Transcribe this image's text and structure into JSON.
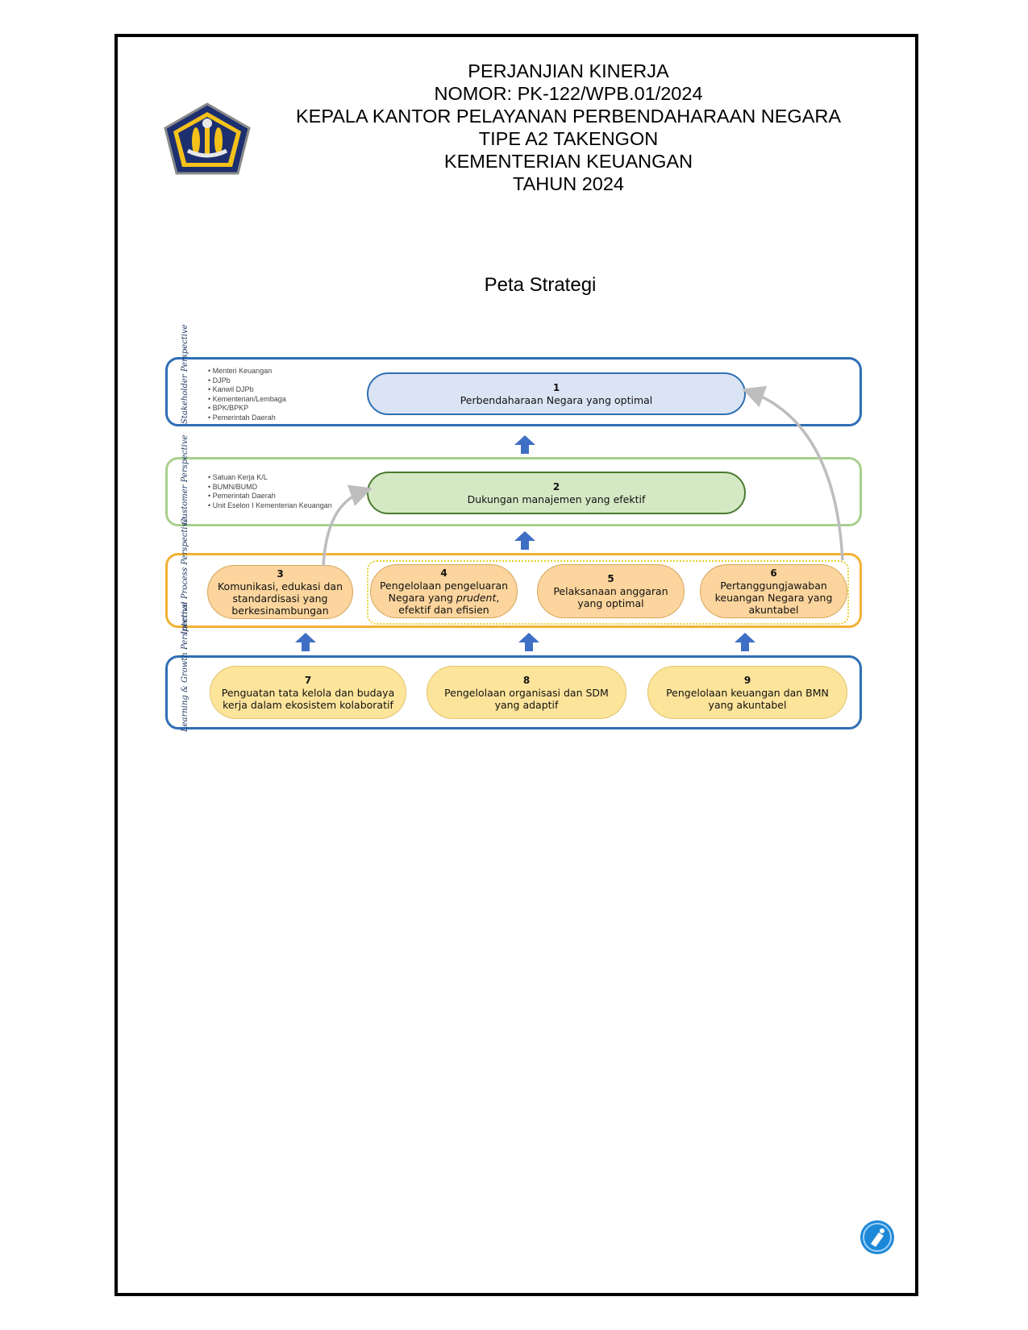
{
  "header": {
    "line1": "PERJANJIAN  KINERJA",
    "line2": "NOMOR: PK-122/WPB.01/2024",
    "line3": "KEPALA KANTOR PELAYANAN PERBENDAHARAAN NEGARA",
    "line4": "TIPE A2 TAKENGON",
    "line5": "KEMENTERIAN KEUANGAN",
    "line6": "TAHUN 2024"
  },
  "map_title": "Peta Strategi",
  "perspectives": {
    "stakeholder": {
      "label": "Stakeholder Perspective",
      "items": [
        "Menteri Keuangan",
        "DJPb",
        "Kanwil DJPb",
        "Kementerian/Lembaga",
        "BPK/BPKP",
        "Pemerintah Daerah"
      ]
    },
    "customer": {
      "label": "Customer Perspective",
      "items": [
        "Satuan Kerja K/L",
        "BUMN/BUMD",
        "Pemerintah Daerah",
        "Unit Eselon I Kementerian Keuangan"
      ]
    },
    "internal": {
      "label": "Internal Process Perspective"
    },
    "learning": {
      "label": "Learning & Growth Perspective"
    }
  },
  "objectives": [
    {
      "num": "1",
      "text": "Perbendaharaan Negara yang optimal"
    },
    {
      "num": "2",
      "text": "Dukungan manajemen yang efektif"
    },
    {
      "num": "3",
      "text": "Komunikasi, edukasi dan standardisasi yang berkesinambungan"
    },
    {
      "num": "4",
      "text_a": "Pengelolaan pengeluaran Negara yang ",
      "text_italic": "prudent",
      "text_b": ", efektif dan efisien"
    },
    {
      "num": "5",
      "text": "Pelaksanaan anggaran yang optimal"
    },
    {
      "num": "6",
      "text": "Pertanggungjawaban keuangan Negara yang akuntabel"
    },
    {
      "num": "7",
      "text": "Penguatan tata kelola dan budaya kerja dalam ekosistem kolaboratif"
    },
    {
      "num": "8",
      "text": "Pengelolaan organisasi dan SDM yang adaptif"
    },
    {
      "num": "9",
      "text": "Pengelolaan keuangan dan BMN yang akuntabel"
    }
  ],
  "colors": {
    "stakeholder_border": "#2e6fb5",
    "customer_border": "#a9d08e",
    "internal_border": "#f2b233",
    "learning_border": "#2e6fb5",
    "arrow_blue": "#3f6fc4",
    "link_gray": "#bdbdbd"
  },
  "icons": {
    "logo": "kemenkeu-emblem",
    "watermark": "pen-nib-icon"
  }
}
